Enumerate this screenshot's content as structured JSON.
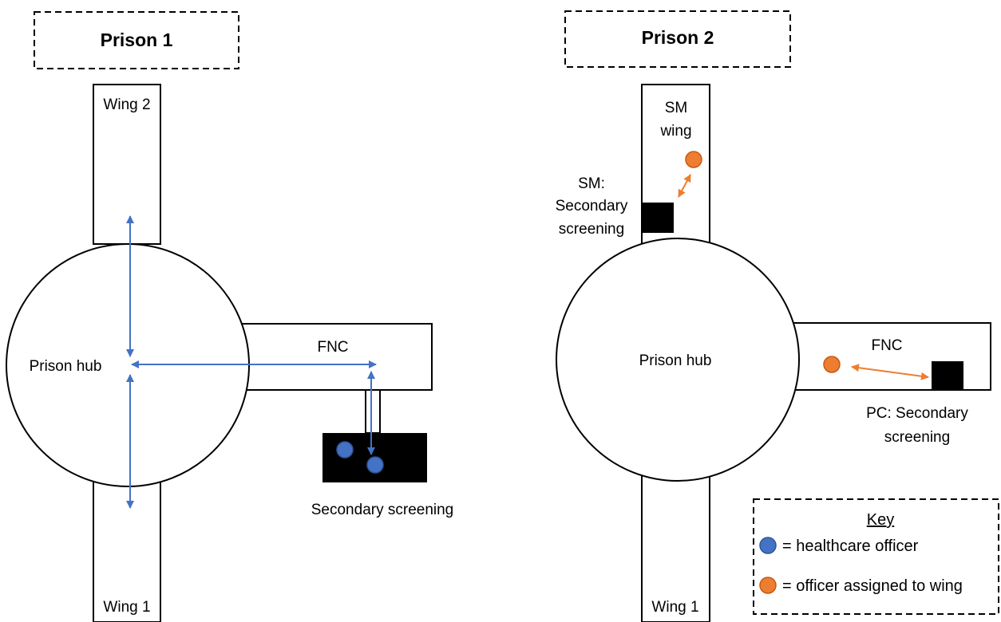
{
  "prison1": {
    "title": "Prison 1",
    "wing_top_label": "Wing 2",
    "wing_bottom_label": "Wing 1",
    "hub_label": "Prison hub",
    "fnc_label": "FNC",
    "screening_label": "Secondary screening"
  },
  "prison2": {
    "title": "Prison 2",
    "sm_wing_line1": "SM",
    "sm_wing_line2": "wing",
    "sm_screening_line1": "SM:",
    "sm_screening_line2": "Secondary",
    "sm_screening_line3": "screening",
    "hub_label": "Prison hub",
    "fnc_label": "FNC",
    "pc_screening_line1": "PC: Secondary",
    "pc_screening_line2": "screening",
    "wing_bottom_label": "Wing 1"
  },
  "key": {
    "title": "Key",
    "healthcare_label": "= healthcare officer",
    "wing_officer_label": "= officer assigned to wing"
  },
  "colors": {
    "healthcare_officer": "#4472c4",
    "wing_officer": "#ed7d31",
    "arrow_blue": "#4472c4",
    "arrow_orange": "#ed7d31",
    "screening_room": "#000000"
  }
}
